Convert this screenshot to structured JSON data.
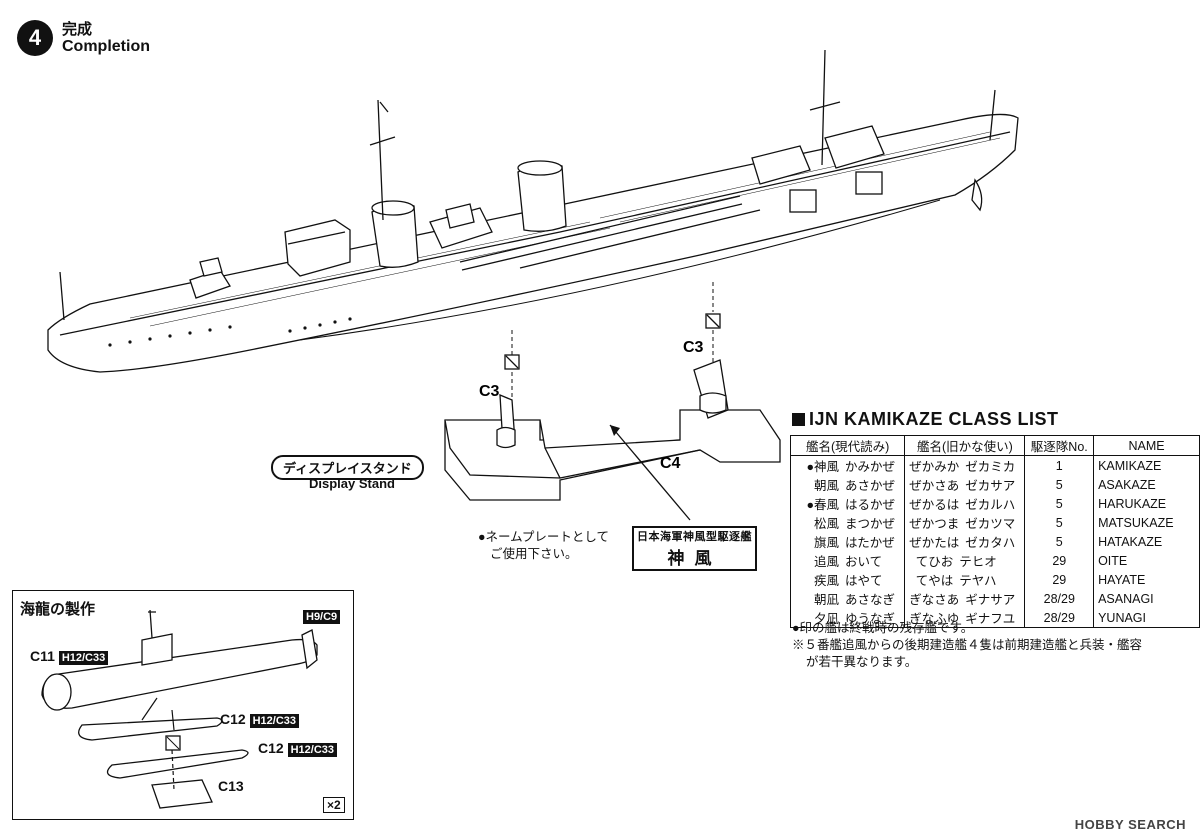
{
  "step": {
    "number": "4",
    "title_jp": "完成",
    "title_en": "Completion"
  },
  "parts": {
    "c3_left": "C3",
    "c3_right": "C3",
    "c4": "C4"
  },
  "stand": {
    "label_jp": "ディスプレイスタンド",
    "label_en": "Display Stand"
  },
  "nameplate": {
    "note_line1": "●ネームプレートとして",
    "note_line2": "ご使用下さい。",
    "plate_line1": "日本海軍神風型駆逐艦",
    "plate_line2": "神風"
  },
  "class_list": {
    "title": "IJN KAMIKAZE CLASS LIST",
    "headers": [
      "艦名(現代読み)",
      "艦名(旧かな使い)",
      "駆逐隊No.",
      "NAME"
    ],
    "rows": [
      {
        "kanji": "●神風",
        "modern": "かみかぜ",
        "old": "ぜかみか",
        "kata": "ゼカミカ",
        "div": "1",
        "name": "KAMIKAZE"
      },
      {
        "kanji": "朝風",
        "modern": "あさかぜ",
        "old": "ぜかさあ",
        "kata": "ゼカサア",
        "div": "5",
        "name": "ASAKAZE"
      },
      {
        "kanji": "●春風",
        "modern": "はるかぜ",
        "old": "ぜかるは",
        "kata": "ゼカルハ",
        "div": "5",
        "name": "HARUKAZE"
      },
      {
        "kanji": "松風",
        "modern": "まつかぜ",
        "old": "ぜかつま",
        "kata": "ゼカツマ",
        "div": "5",
        "name": "MATSUKAZE"
      },
      {
        "kanji": "旗風",
        "modern": "はたかぜ",
        "old": "ぜかたは",
        "kata": "ゼカタハ",
        "div": "5",
        "name": "HATAKAZE"
      },
      {
        "kanji": "追風",
        "modern": "おいて",
        "old": "てひお",
        "kata": "テヒオ",
        "div": "29",
        "name": "OITE"
      },
      {
        "kanji": "疾風",
        "modern": "はやて",
        "old": "てやは",
        "kata": "テヤハ",
        "div": "29",
        "name": "HAYATE"
      },
      {
        "kanji": "朝凪",
        "modern": "あさなぎ",
        "old": "ぎなさあ",
        "kata": "ギナサア",
        "div": "28/29",
        "name": "ASANAGI"
      },
      {
        "kanji": "夕凪",
        "modern": "ゆうなぎ",
        "old": "ぎなふゆ",
        "kata": "ギナフユ",
        "div": "28/29",
        "name": "YUNAGI"
      }
    ],
    "note1": "●印の艦は終戦時の残存艦です。",
    "note2": "※５番艦追風からの後期建造艦４隻は前期建造艦と兵装・艦容",
    "note3": "が若干異なります。"
  },
  "kairyu": {
    "title": "海龍の製作",
    "c11": "C11",
    "c11_tag": "H12/C33",
    "h9_tag": "H9/C9",
    "c12a": "C12",
    "c12a_tag": "H12/C33",
    "c12b": "C12",
    "c12b_tag": "H12/C33",
    "c13": "C13",
    "qty": "×2"
  },
  "watermark": "HOBBY SEARCH"
}
